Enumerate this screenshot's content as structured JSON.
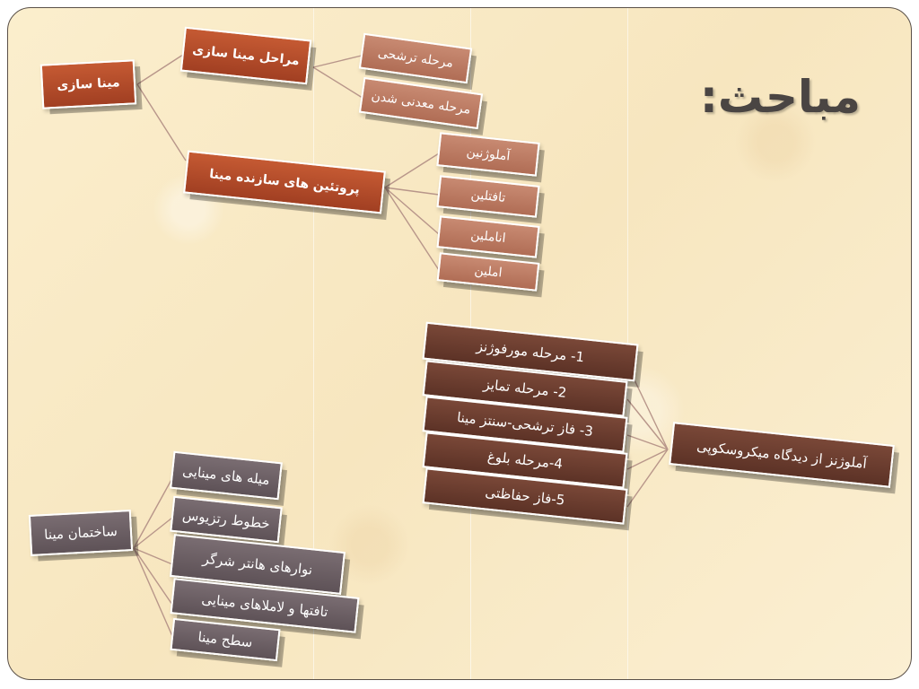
{
  "slide": {
    "title": "مباحث:"
  },
  "enamel_making": {
    "root": "مینا سازی",
    "stages": {
      "label": "مراحل مینا سازی",
      "items": [
        "مرحله ترشحی",
        "مرحله معدنی شدن"
      ]
    },
    "proteins": {
      "label": "پروتئین های سازنده مینا",
      "items": [
        "آملوژنین",
        "تافتلین",
        "اناملین",
        "املین"
      ]
    }
  },
  "amelogenesis": {
    "root": "آملوژنز از دیدگاه میکروسکوپی",
    "items": [
      "1- مرحله مورفوژنز",
      "2- مرحله تمایز",
      "3- فاز ترشحی-سنتز مینا",
      "4-مرحله بلوغ",
      "5-فاز حفاظتی"
    ]
  },
  "enamel_structure": {
    "root": "ساختمان مینا",
    "items": [
      "میله های مینایی",
      "خطوط رتزیوس",
      "نوارهای هانتر شرگر",
      "تافتها و لاملاهای مینایی",
      "سطح مینا"
    ]
  },
  "colors": {
    "primary_red": "#b34a2a",
    "light_red": "#c0806a",
    "dark_brown": "#6b3d2e",
    "gray": "#6d6065",
    "connector": "#b8968a"
  }
}
